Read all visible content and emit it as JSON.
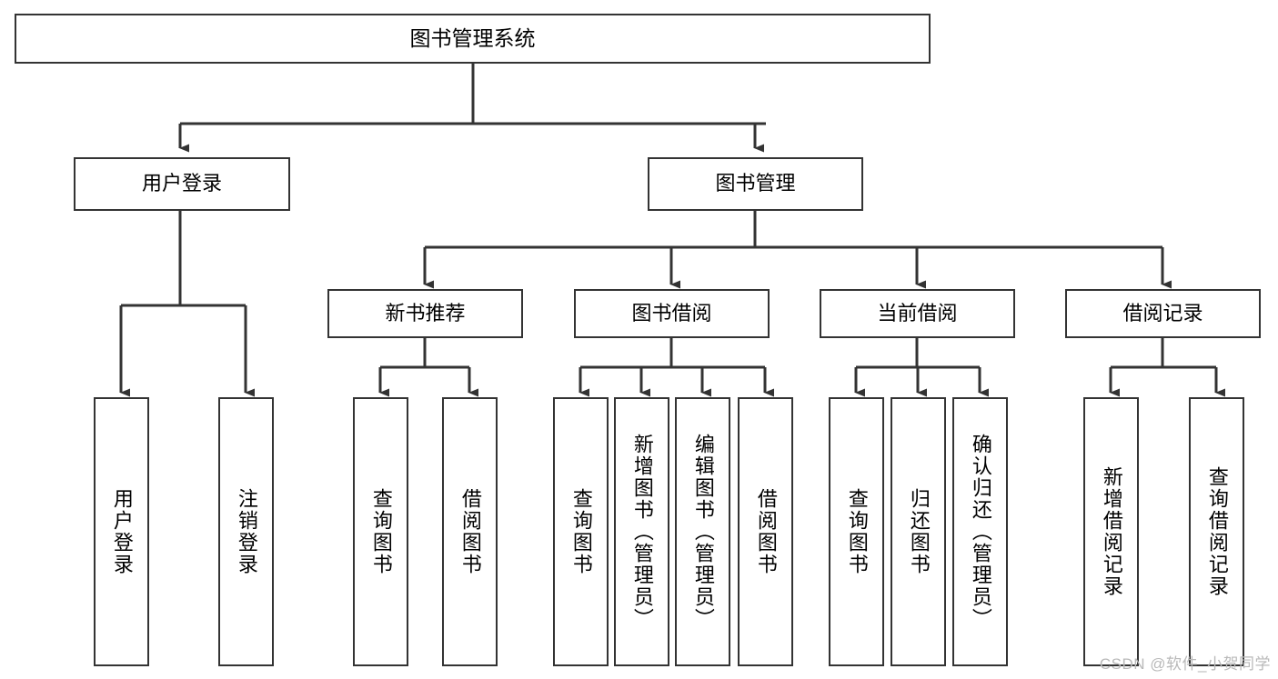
{
  "diagram": {
    "title": "图书管理系统",
    "type": "tree-hierarchy",
    "watermark": "CSDN @软件_小贺同学",
    "nodes": {
      "root": {
        "label": "图书管理系统",
        "level": 1,
        "orientation": "horizontal"
      },
      "user_login": {
        "label": "用户登录",
        "level": 2,
        "orientation": "horizontal"
      },
      "book_manage": {
        "label": "图书管理",
        "level": 2,
        "orientation": "horizontal"
      },
      "new_book_rec": {
        "label": "新书推荐",
        "level": 3,
        "orientation": "horizontal"
      },
      "book_borrow": {
        "label": "图书借阅",
        "level": 3,
        "orientation": "horizontal"
      },
      "current_borrow": {
        "label": "当前借阅",
        "level": 3,
        "orientation": "horizontal"
      },
      "borrow_record": {
        "label": "借阅记录",
        "level": 3,
        "orientation": "horizontal"
      },
      "leaf_user_login": {
        "label": "用户登录",
        "level": 4,
        "orientation": "vertical"
      },
      "leaf_logout": {
        "label": "注销登录",
        "level": 4,
        "orientation": "vertical"
      },
      "leaf_query_book_1": {
        "label": "查询图书",
        "level": 4,
        "orientation": "vertical"
      },
      "leaf_borrow_book_1": {
        "label": "借阅图书",
        "level": 4,
        "orientation": "vertical"
      },
      "leaf_query_book_2": {
        "label": "查询图书",
        "level": 4,
        "orientation": "vertical"
      },
      "leaf_add_book": {
        "label": "新增图书（管理员）",
        "level": 4,
        "orientation": "vertical"
      },
      "leaf_edit_book": {
        "label": "编辑图书（管理员）",
        "level": 4,
        "orientation": "vertical"
      },
      "leaf_borrow_book_2": {
        "label": "借阅图书",
        "level": 4,
        "orientation": "vertical"
      },
      "leaf_query_book_3": {
        "label": "查询图书",
        "level": 4,
        "orientation": "vertical"
      },
      "leaf_return_book": {
        "label": "归还图书",
        "level": 4,
        "orientation": "vertical"
      },
      "leaf_confirm_return": {
        "label": "确认归还（管理员）",
        "level": 4,
        "orientation": "vertical"
      },
      "leaf_add_record": {
        "label": "新增借阅记录",
        "level": 4,
        "orientation": "vertical"
      },
      "leaf_query_record": {
        "label": "查询借阅记录",
        "level": 4,
        "orientation": "vertical"
      }
    },
    "edges": [
      {
        "from": "root",
        "to": "user_login"
      },
      {
        "from": "root",
        "to": "book_manage"
      },
      {
        "from": "user_login",
        "to": "leaf_user_login"
      },
      {
        "from": "user_login",
        "to": "leaf_logout"
      },
      {
        "from": "book_manage",
        "to": "new_book_rec"
      },
      {
        "from": "book_manage",
        "to": "book_borrow"
      },
      {
        "from": "book_manage",
        "to": "current_borrow"
      },
      {
        "from": "book_manage",
        "to": "borrow_record"
      },
      {
        "from": "new_book_rec",
        "to": "leaf_query_book_1"
      },
      {
        "from": "new_book_rec",
        "to": "leaf_borrow_book_1"
      },
      {
        "from": "book_borrow",
        "to": "leaf_query_book_2"
      },
      {
        "from": "book_borrow",
        "to": "leaf_add_book"
      },
      {
        "from": "book_borrow",
        "to": "leaf_edit_book"
      },
      {
        "from": "book_borrow",
        "to": "leaf_borrow_book_2"
      },
      {
        "from": "current_borrow",
        "to": "leaf_query_book_3"
      },
      {
        "from": "current_borrow",
        "to": "leaf_return_book"
      },
      {
        "from": "current_borrow",
        "to": "leaf_confirm_return"
      },
      {
        "from": "borrow_record",
        "to": "leaf_add_record"
      },
      {
        "from": "borrow_record",
        "to": "leaf_query_record"
      }
    ],
    "colors": {
      "stroke": "#333333",
      "fill": "#ffffff",
      "text": "#000000",
      "watermark": "#b9b9b9"
    }
  }
}
